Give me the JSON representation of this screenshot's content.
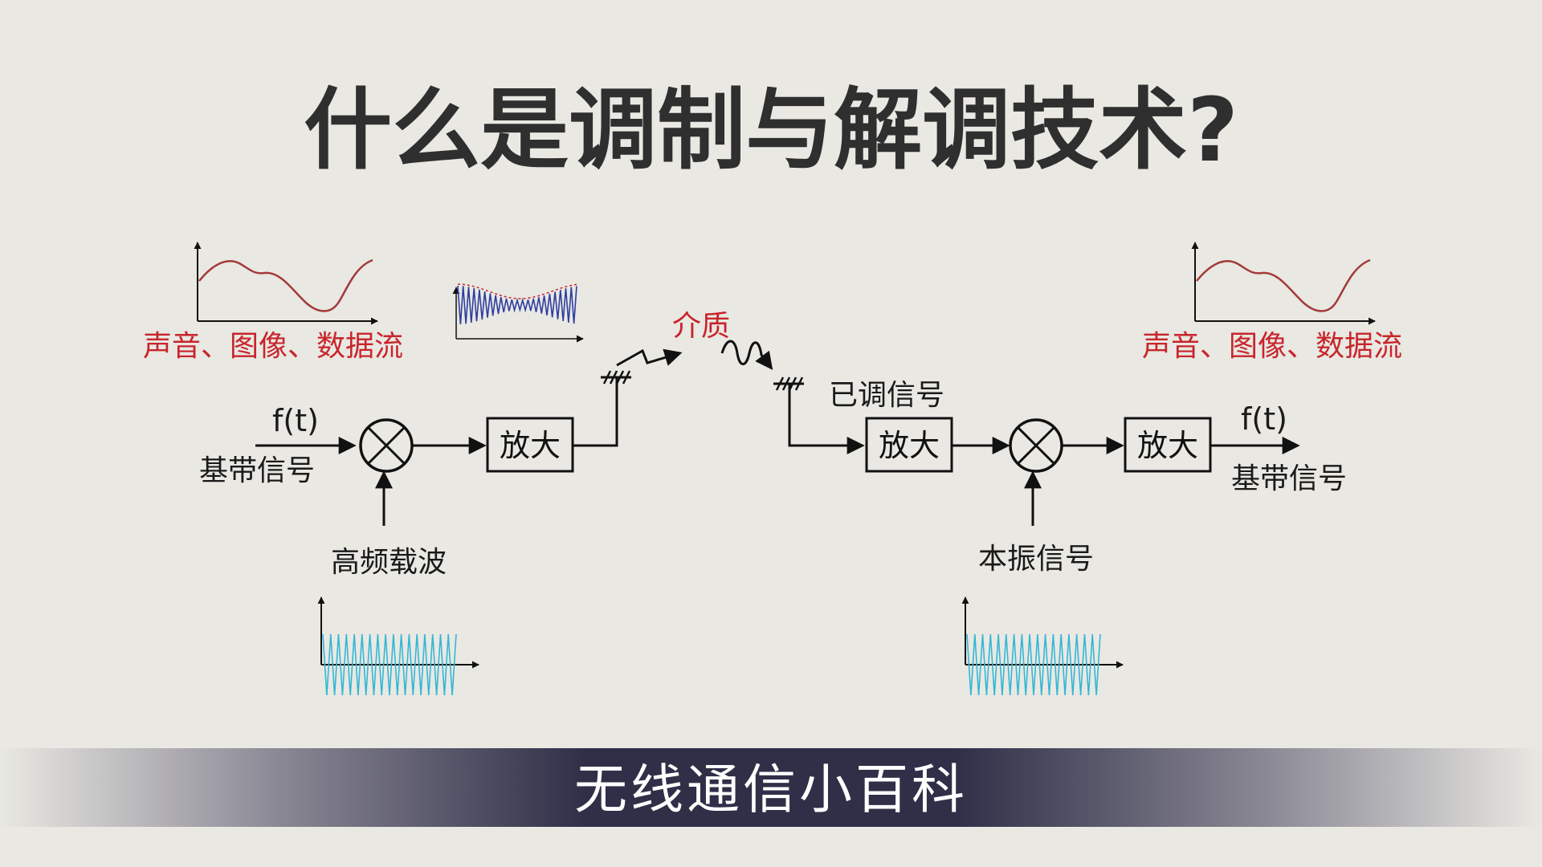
{
  "title": "什么是调制与解调技术?",
  "banner": "无线通信小百科",
  "colors": {
    "background": "#e9e8e2",
    "red_label": "#c8252c",
    "baseband_wave": "#a33a3a",
    "modulated_wave": "#2e3ea0",
    "carrier_wave": "#33b7d6",
    "banner_center": "#2c2c44"
  },
  "labels": {
    "media_types_left": "声音、图像、数据流",
    "media_types_right": "声音、图像、数据流",
    "medium": "介质",
    "ft_left": "f(t)",
    "ft_right": "f(t)",
    "baseband_left": "基带信号",
    "baseband_right": "基带信号",
    "carrier": "高频载波",
    "modulated": "已调信号",
    "local_osc": "本振信号"
  },
  "boxes": {
    "amp_tx": "放大",
    "amp_rx1": "放大",
    "amp_rx2": "放大"
  },
  "icons": [
    "mixer-icon",
    "antenna-icon",
    "wave-icon"
  ]
}
